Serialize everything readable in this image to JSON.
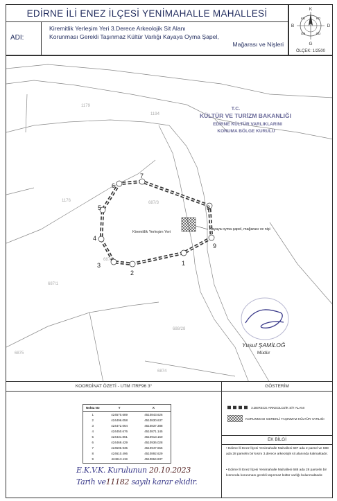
{
  "header": {
    "title": "EDİRNE İLİ ENEZ İLÇESİ YENİMAHALLE MAHALLESİ",
    "name_label": "ADI:",
    "name_line1": "Kiremitlik Yerleşim Yeri 3.Derece Arkeolojik Sit Alanı",
    "name_line2": "Korunması Gerekli Taşınmaz Kültür Varlığı Kayaya Oyma Şapel,",
    "name_line3": "Mağarası ve Nişleri",
    "scale": "ÖLÇEK: 1/2500"
  },
  "compass": {
    "labels": [
      "K",
      "B",
      "D",
      "G",
      "KB",
      "KD",
      "GB",
      "GD"
    ]
  },
  "map": {
    "stamp_lines": [
      "T.C.",
      "KÜLTÜR VE TURİZM BAKANLIĞI",
      "EDİRNE KÜLTÜR VARLIKLARINI",
      "KORUMA BÖLGE KURULU"
    ],
    "site_label": "Kiremitlik Yerleşim Yeri",
    "chapel_label": "Kayaya oyma şapel, mağarası ve nişi",
    "signature_name": "Yusuf ŞAMİLOĞ",
    "signature_title": "Müdür",
    "points": [
      "1",
      "2",
      "3",
      "4",
      "5",
      "6",
      "7",
      "8",
      "9"
    ],
    "parcels": [
      "1179",
      "1194",
      "687/3",
      "687/2",
      "1176",
      "687/1",
      "688/28",
      "6874",
      "6875"
    ]
  },
  "coords": {
    "title": "KOORDİNAT ÖZETİ - UTM ITRF96 3°",
    "headers": [
      "Nokta No",
      "Y",
      "X"
    ],
    "rows": [
      [
        "1",
        "424570.689",
        "4510843.626"
      ],
      [
        "2",
        "424496.058",
        "4510830.637"
      ],
      [
        "3",
        "424472.064",
        "4510837.388"
      ],
      [
        "4",
        "424450.676",
        "4510871.145"
      ],
      [
        "5",
        "424431.861",
        "4510913.150"
      ],
      [
        "6",
        "424469.429",
        "4510936.028"
      ],
      [
        "7",
        "424506.935",
        "4510947.655"
      ],
      [
        "8",
        "424610.496",
        "4510892.629"
      ],
      [
        "9",
        "424613.119",
        "4510864.837"
      ]
    ]
  },
  "handwriting": {
    "line1_prefix": "E.K.V.K. Kurulunun",
    "date": "20.10.2023",
    "line2_prefix": "Tarih ve",
    "decision_no": "11182",
    "line2_suffix": "sayılı karar ekidir."
  },
  "legend": {
    "title": "GÖSTERİM",
    "item1": "3.DERECE ARKEOLOJİK SİT ALANI",
    "item2": "KORUNMASI GEREKLİ TAŞINMAZ KÜLTÜR VARLIĞI",
    "ekbilgi_title": "EK BİLGİ",
    "note1": "• Edirne İli Enez İlçesi Yenimahalle Mahallesi 687 ada 2 parsel ve 688 ada 28 parselin bir kısmı 3.derece arkeolojik sit alanında kalmaktadır.",
    "note2": "• Edirne İli Enez İlçesi Yenimahalle Mahallesi 688 ada 28 parselin bir kısmında korunması gerekli taşınmaz kültür varlığı bulunmaktadır."
  },
  "colors": {
    "ink": "#1f2a5c",
    "boundary": "#333333",
    "stamp": "#6b6b9a",
    "signature": "#3a3a8a"
  }
}
